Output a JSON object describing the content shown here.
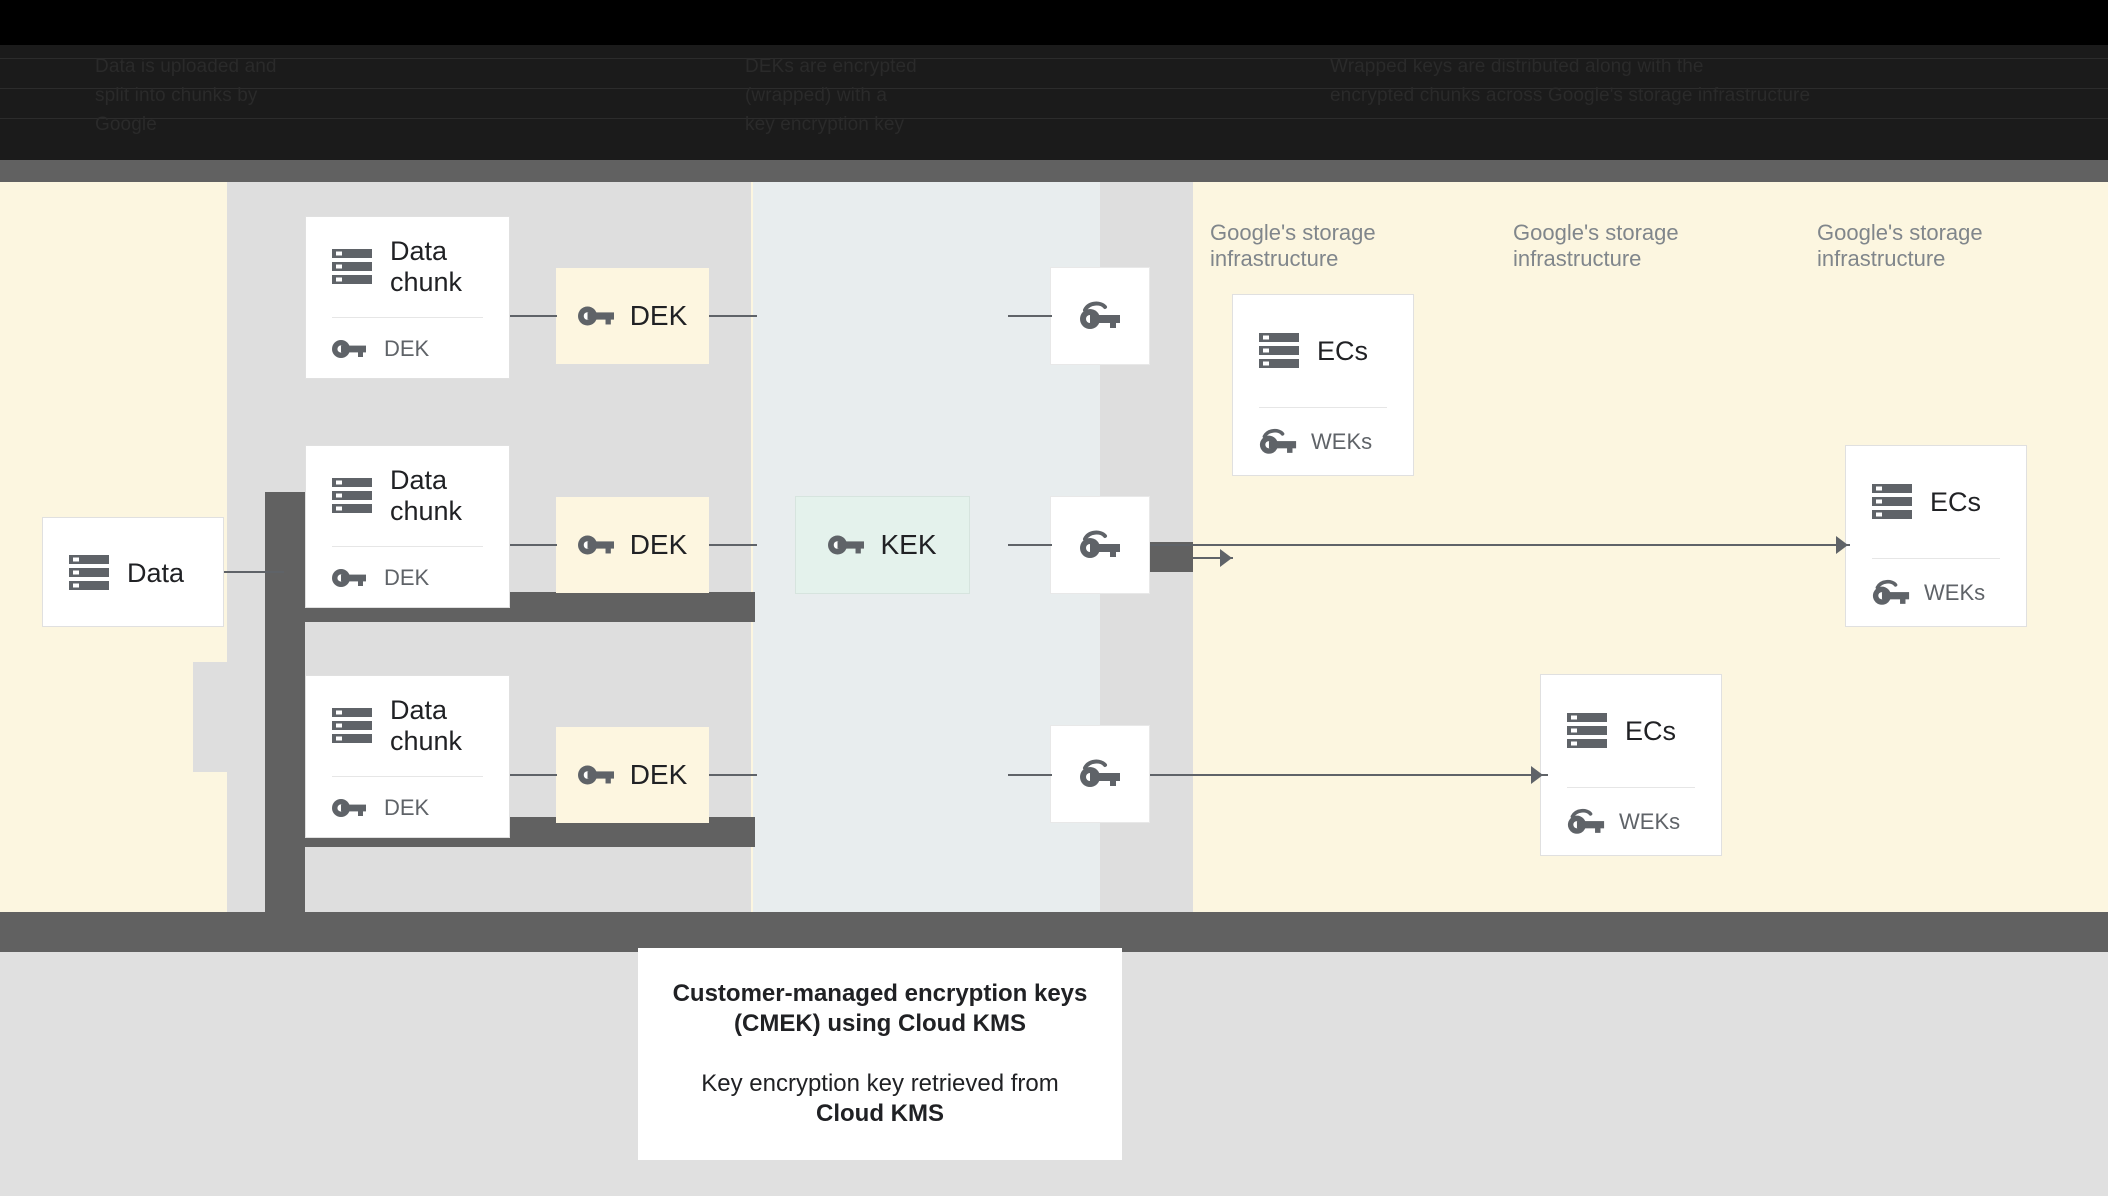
{
  "topbar": {
    "columns": [
      {
        "id": "upload",
        "text": "Data is uploaded and\nsplit into chunks by\nGoogle"
      },
      {
        "id": "dek",
        "text": "DEKs are encrypted\n(wrapped) with a\nkey encryption key"
      },
      {
        "id": "storage",
        "text": "Wrapped keys are distributed along with the\nencrypted chunks across Google's storage infrastructure"
      }
    ]
  },
  "diagram": {
    "source": {
      "icon": "server-stack-icon",
      "label": "Data"
    },
    "chunks": [
      {
        "icon": "server-stack-icon",
        "label": "Data chunk",
        "key_icon": "key-icon",
        "key_label": "DEK"
      },
      {
        "icon": "server-stack-icon",
        "label": "Data chunk",
        "key_icon": "key-icon",
        "key_label": "DEK"
      },
      {
        "icon": "server-stack-icon",
        "label": "Data chunk",
        "key_icon": "key-icon",
        "key_label": "DEK"
      }
    ],
    "deks": [
      {
        "icon": "key-icon",
        "label": "DEK"
      },
      {
        "icon": "key-icon",
        "label": "DEK"
      },
      {
        "icon": "key-icon",
        "label": "DEK"
      }
    ],
    "kek": {
      "icon": "key-icon",
      "label": "KEK"
    },
    "weks": [
      {
        "icon": "wrapped-key-icon"
      },
      {
        "icon": "wrapped-key-icon"
      },
      {
        "icon": "wrapped-key-icon"
      }
    ],
    "infra_labels": [
      "Google's storage infrastructure",
      "Google's storage infrastructure",
      "Google's storage infrastructure"
    ],
    "ec_cards": [
      {
        "icon": "server-stack-icon",
        "label": "ECs",
        "key_icon": "wrapped-key-icon",
        "key_label": "WEKs"
      },
      {
        "icon": "server-stack-icon",
        "label": "ECs",
        "key_icon": "wrapped-key-icon",
        "key_label": "WEKs"
      },
      {
        "icon": "server-stack-icon",
        "label": "ECs",
        "key_icon": "wrapped-key-icon",
        "key_label": "WEKs"
      }
    ]
  },
  "caption": {
    "title": "Customer-managed encryption keys (CMEK) using Cloud KMS",
    "subtitle_prefix": "Key encryption key retrieved from ",
    "subtitle_bold": "Cloud KMS"
  },
  "colors": {
    "cream": "#fcf6e0",
    "dek": "#fdf6e0",
    "kek": "#e4f2ec",
    "blue_column": "#e8edee",
    "gray_column": "#dedede",
    "dark_bar": "#616161",
    "bottom_area": "#e0e0e0",
    "muted_text": "#80868b"
  }
}
